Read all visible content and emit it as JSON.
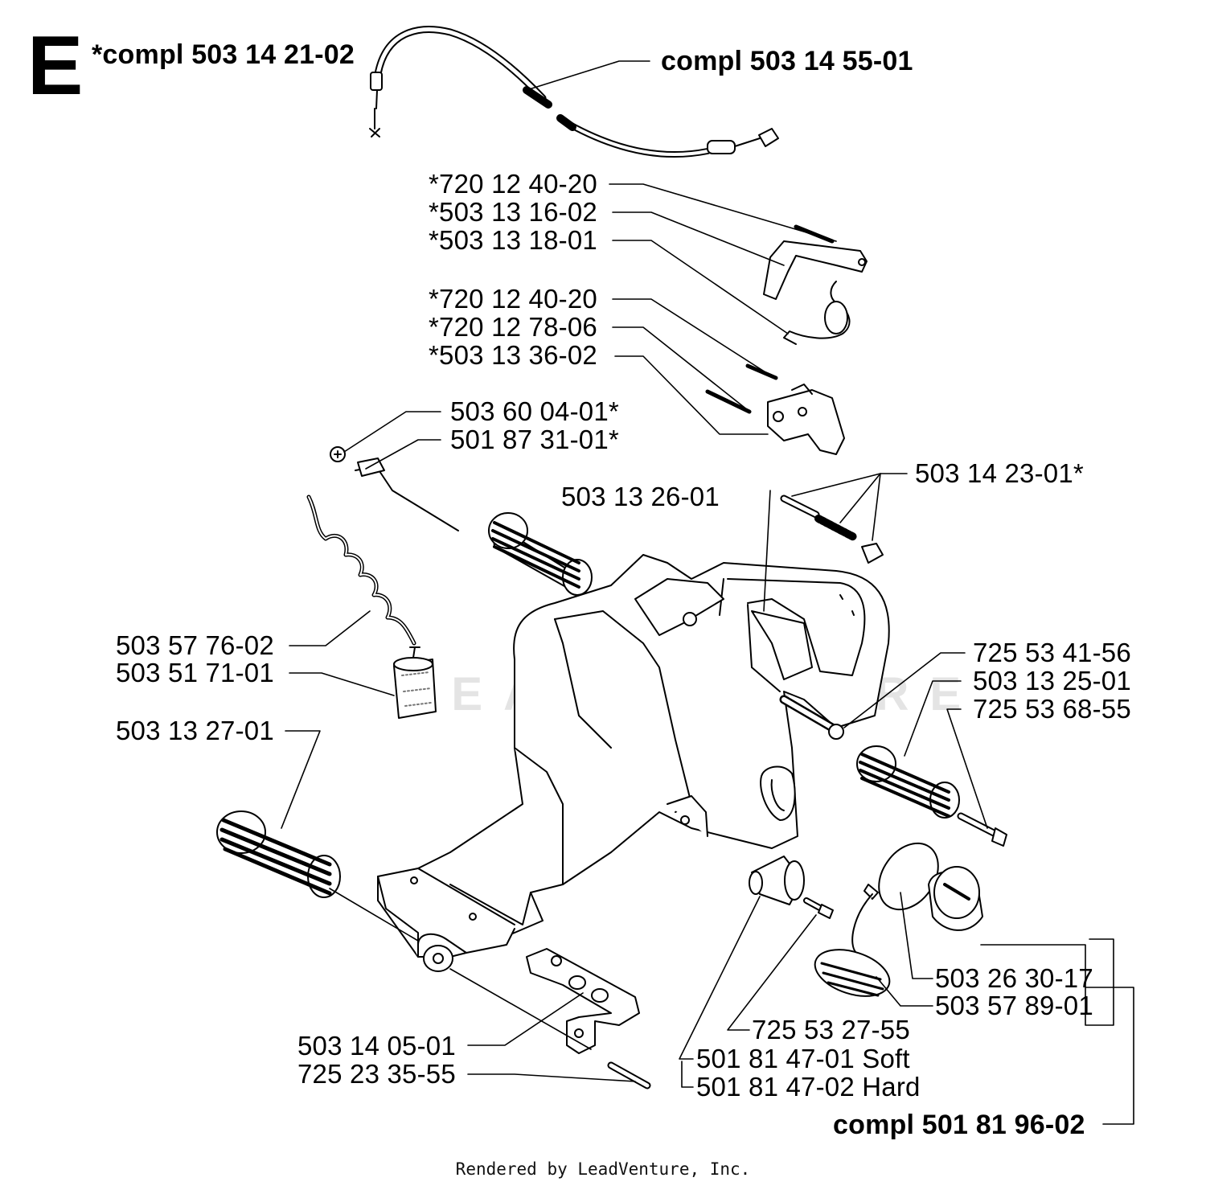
{
  "section_letter": "E",
  "watermark": "LEADVENTURE",
  "footer": "Rendered by LeadVenture, Inc.",
  "labels": {
    "l01": "*compl 503 14 21-02",
    "l02": "compl 503 14 55-01",
    "l03": "*720 12 40-20",
    "l04": "*503 13 16-02",
    "l05": "*503 13 18-01",
    "l06": "*720 12 40-20",
    "l07": "*720 12 78-06",
    "l08": "*503 13 36-02",
    "l09": "503 60 04-01*",
    "l10": "501 87 31-01*",
    "l11": "503 14 23-01*",
    "l12": "503 13 26-01",
    "l13": "503 57 76-02",
    "l14": "503 51 71-01",
    "l15": "725 53 41-56",
    "l16": "503 13 25-01",
    "l17": "725 53 68-55",
    "l18": "503 13 27-01",
    "l19": "503 26 30-17",
    "l20": "503 57 89-01",
    "l21": "725 53 27-55",
    "l22": "501 81 47-01 Soft",
    "l23": "501 81 47-02 Hard",
    "l24": "503 14 05-01",
    "l25": "725 23 35-55",
    "l26": "compl 501 81 96-02"
  }
}
